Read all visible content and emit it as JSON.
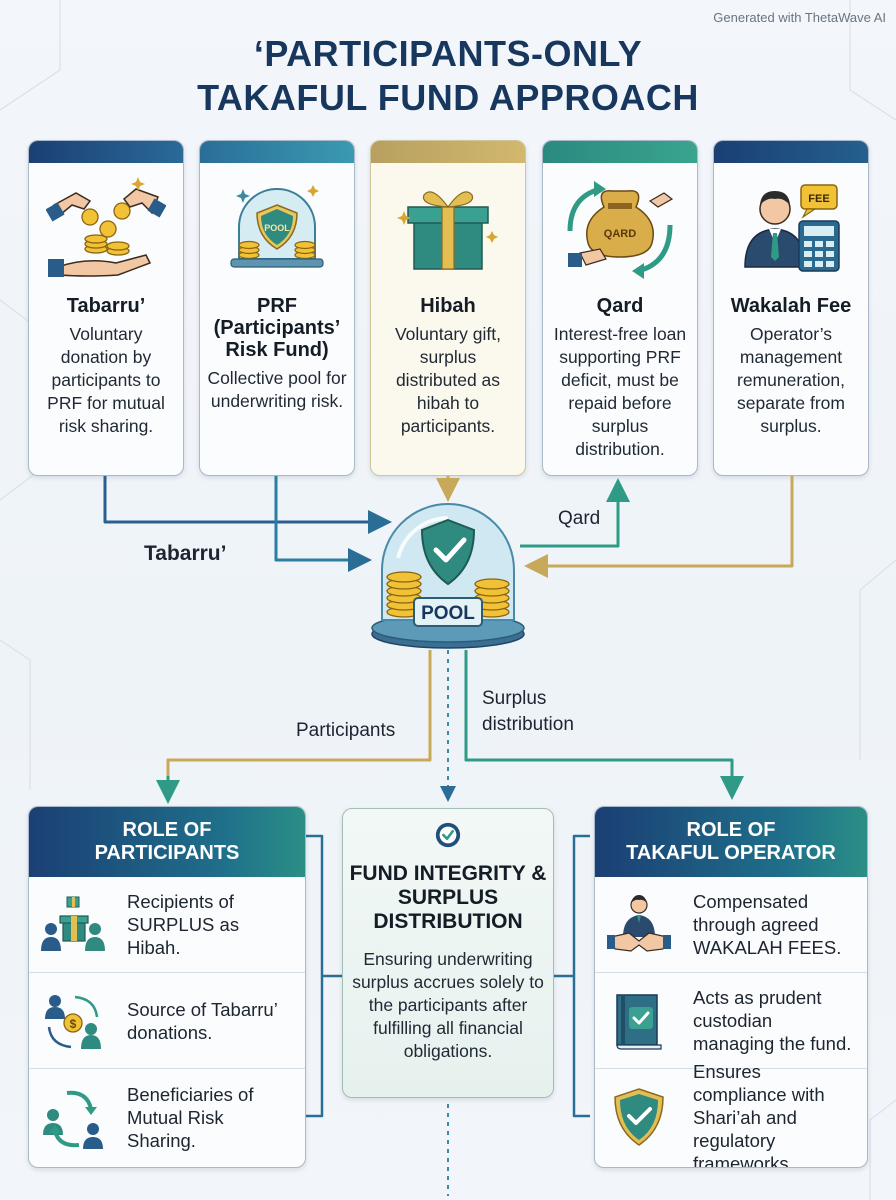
{
  "watermark": "Generated with ThetaWave AI",
  "title": {
    "line1": "‘PARTICIPANTS-ONLY",
    "line2": "TAKAFUL FUND APPROACH"
  },
  "cards": [
    {
      "title": "Tabarru’",
      "desc": "Voluntary donation by participants to PRF for mutual risk sharing.",
      "accent": "#1e4e86",
      "icon": "hands-coins-icon"
    },
    {
      "title": "PRF (Participants’ Risk Fund)",
      "desc": "Collective pool for underwriting risk.",
      "accent": "#2a7ea2",
      "icon": "pool-dome-icon",
      "icon_text": "POOL"
    },
    {
      "title": "Hibah",
      "desc": "Voluntary gift, surplus distributed as hibah to participants.",
      "accent": "#c8a95a",
      "icon": "gift-box-icon"
    },
    {
      "title": "Qard",
      "desc": "Interest-free loan supporting PRF deficit, must be repaid before surplus distribution.",
      "accent": "#2f9a86",
      "icon": "loan-bag-icon",
      "icon_text": "QARD"
    },
    {
      "title": "Wakalah Fee",
      "desc": "Operator’s management remuneration, separate from surplus.",
      "accent": "#1e4e86",
      "icon": "operator-calculator-icon",
      "icon_text": "FEE"
    }
  ],
  "pool_label": "POOL",
  "flow_labels": {
    "tabarru": "Tabarru’",
    "qard": "Qard",
    "participants": "Participants",
    "surplus": "Surplus distribution"
  },
  "left_panel": {
    "title_line1": "ROLE OF",
    "title_line2": "PARTICIPANTS",
    "items": [
      {
        "text": "Recipients of SURPLUS as Hibah.",
        "icon": "people-gift-icon"
      },
      {
        "text": "Source of Tabarru’ donations.",
        "icon": "people-cycle-coin-icon"
      },
      {
        "text": "Beneficiaries of Mutual Risk Sharing.",
        "icon": "people-arrows-icon"
      }
    ]
  },
  "center_panel": {
    "title": "FUND INTEGRITY & SURPLUS DISTRIBUTION",
    "desc": "Ensuring underwriting surplus accrues solely to the participants after fulfilling all financial obligations.",
    "icon": "check-circle-icon"
  },
  "right_panel": {
    "title_line1": "ROLE OF",
    "title_line2": "TAKAFUL OPERATOR",
    "items": [
      {
        "text": "Compensated through agreed WAKALAH FEES.",
        "icon": "handshake-person-icon"
      },
      {
        "text": "Acts as prudent custodian managing the fund.",
        "icon": "book-check-icon"
      },
      {
        "text": "Ensures compliance with Shari’ah and regulatory frameworks.",
        "icon": "shield-check-icon"
      }
    ]
  },
  "colors": {
    "navy": "#17375e",
    "teal": "#2f9a86",
    "blue": "#2a7ea2",
    "gold": "#c8a95a"
  }
}
